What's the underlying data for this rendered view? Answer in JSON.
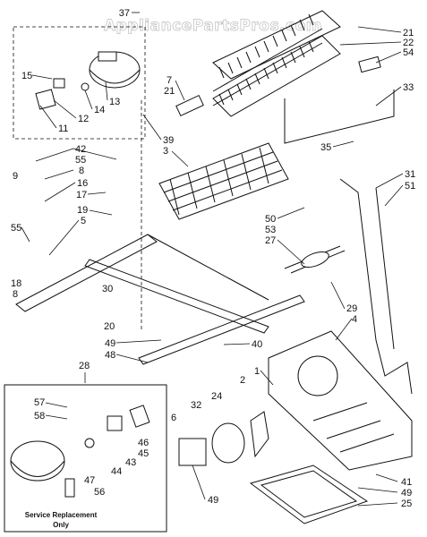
{
  "watermark": "AppliancePartsPros.com",
  "service_box_caption_line1": "Service Replacement",
  "service_box_caption_line2": "Only",
  "callouts": {
    "c37": "37",
    "c21a": "21",
    "c22": "22",
    "c54": "54",
    "c15": "15",
    "c13": "13",
    "c12": "12",
    "c14": "14",
    "c11": "11",
    "c7": "7",
    "c21b": "21",
    "c33": "33",
    "c39": "39",
    "c3": "3",
    "c35": "35",
    "c42": "42",
    "c55a": "55",
    "c8a": "8",
    "c9": "9",
    "c16": "16",
    "c17": "17",
    "c19": "19",
    "c5": "5",
    "c55b": "55",
    "c18": "18",
    "c8b": "8",
    "c31": "31",
    "c51": "51",
    "c50": "50",
    "c53": "53",
    "c27": "27",
    "c30": "30",
    "c20": "20",
    "c29": "29",
    "c4": "4",
    "c49a": "49",
    "c48": "48",
    "c40": "40",
    "c28": "28",
    "c1": "1",
    "c57": "57",
    "c58": "58",
    "c2": "2",
    "c24": "24",
    "c32": "32",
    "c6": "6",
    "c46": "46",
    "c45": "45",
    "c43": "43",
    "c44": "44",
    "c47": "47",
    "c56": "56",
    "c49b": "49",
    "c41": "41",
    "c49c": "49",
    "c25": "25"
  }
}
